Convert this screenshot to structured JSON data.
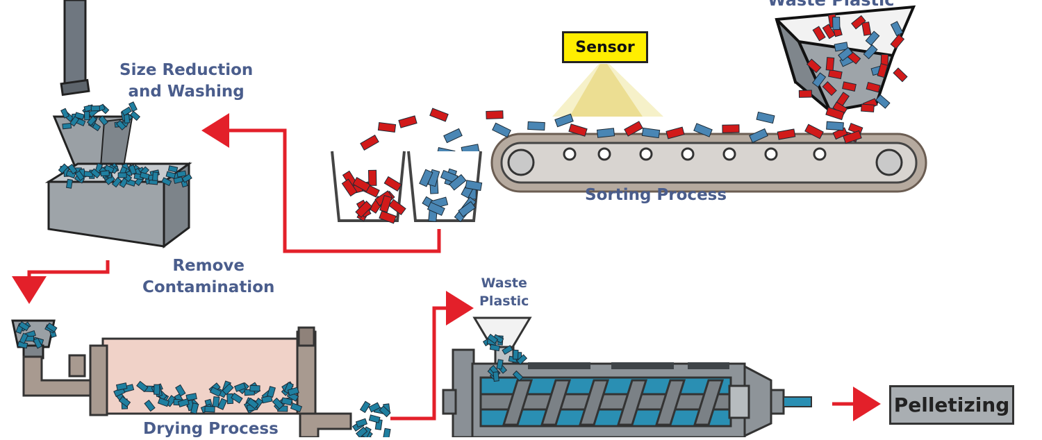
{
  "labels": {
    "waste_plastic_top": "Waste Plastic",
    "sensor": "Sensor",
    "sorting_process": "Sorting Process",
    "size_reduction_line1": "Size Reduction",
    "size_reduction_line2": "and Washing",
    "remove_line1": "Remove",
    "remove_line2": "Contamination",
    "drying_process": "Drying Process",
    "waste_plastic_small_line1": "Waste",
    "waste_plastic_small_line2": "Plastic",
    "pelletizing": "Pelletizing"
  },
  "colors": {
    "label_text": "#4a5d8c",
    "arrow": "#e3202a",
    "plastic_red": "#d11a1a",
    "plastic_blue": "#4a86b4",
    "teal": "#1f7fa0",
    "sensor_box": "#ffee00",
    "metal": "#8e9499",
    "belt": "#8c7b6e",
    "pipe": "#9a8c84",
    "drum": "#f0d2c8"
  },
  "icons": [
    "hopper-icon",
    "conveyor-icon",
    "sensor-spray-icon",
    "bin-icon",
    "shredder-icon",
    "dryer-icon",
    "extruder-icon"
  ]
}
